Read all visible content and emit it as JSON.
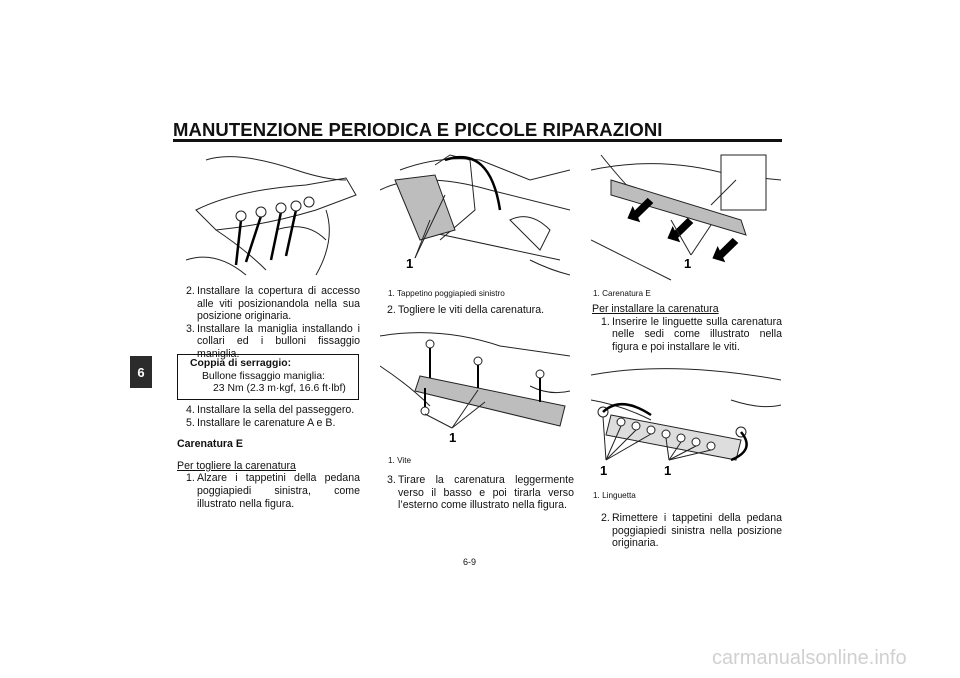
{
  "header": {
    "title": "MANUTENZIONE PERIODICA E PICCOLE RIPARAZIONI",
    "chapter_tab": "6"
  },
  "col1": {
    "steps_a": [
      {
        "num": "2.",
        "text": "Installare la copertura di accesso alle viti posizionandola nella sua posizione originaria."
      },
      {
        "num": "3.",
        "text": "Installare la maniglia installando i collari ed i bulloni fissaggio maniglia."
      }
    ],
    "torque": {
      "heading": "Coppia di serraggio:",
      "item": "Bullone fissaggio maniglia:",
      "value": "23 Nm (2.3 m·kgf, 16.6 ft·lbf)"
    },
    "steps_b": [
      {
        "num": "4.",
        "text": "Installare la sella del passeggero."
      },
      {
        "num": "5.",
        "text": "Installare le carenature A e B."
      }
    ],
    "section": "Carenatura E",
    "subsection": "Per togliere la carenatura",
    "steps_c": [
      {
        "num": "1.",
        "text": "Alzare i tappetini della pedana poggiapiedi sinistra, come illustrato nella figura."
      }
    ]
  },
  "col2": {
    "fig1_callout": "1",
    "fig1_caption": "1. Tappetino poggiapiedi sinistro",
    "step2": {
      "num": "2.",
      "text": "Togliere le viti della carenatura."
    },
    "fig2_callout": "1",
    "fig2_caption": "1. Vite",
    "step3": {
      "num": "3.",
      "text": "Tirare la carenatura leggermente verso il basso e poi tirarla verso l’esterno come illustrato nella figura."
    }
  },
  "col3": {
    "fig3_callout": "1",
    "fig3_caption": "1. Carenatura E",
    "subsection": "Per installare la carenatura",
    "step1": {
      "num": "1.",
      "text": "Inserire le linguette sulla carenatura nelle sedi come illustrato nella figura e poi installare le viti."
    },
    "fig4_callout_a": "1",
    "fig4_callout_b": "1",
    "fig4_caption": "1. Linguetta",
    "step2": {
      "num": "2.",
      "text": "Rimettere i tappetini della pedana poggiapiedi sinistra nella posizione originaria."
    }
  },
  "footer": {
    "page_number": "6-9",
    "watermark": "carmanualsonline.info"
  }
}
